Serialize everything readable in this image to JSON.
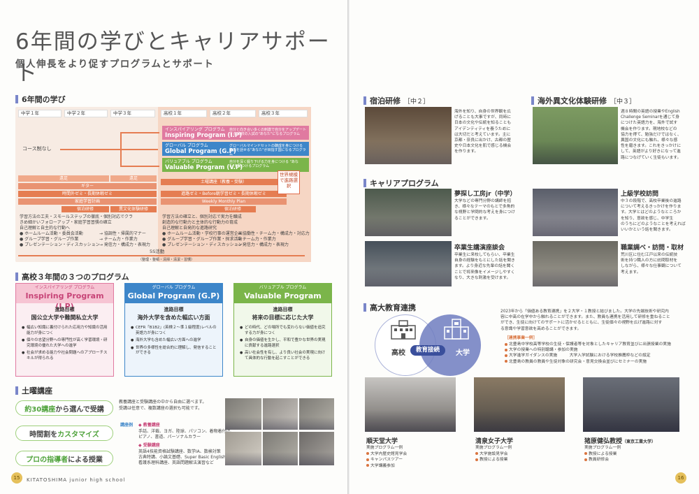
{
  "title": "6年間の学びとキャリアサポート",
  "subtitle": "個人伸長をより促すプログラムとサポート",
  "six_years": {
    "heading": "6年間の学び",
    "grades": [
      "中学１年",
      "中学２年",
      "中学３年",
      "高校１年",
      "高校２年",
      "高校３年"
    ],
    "course_none": "コース制なし",
    "programs": [
      {
        "jp": "インスパイアリング プログラム",
        "en": "Inspiring Program (I.P)",
        "desc": "自分と向き合い多くの刺激で自分をアップデートする 本校の入試の\"あなた\"になるプログラム",
        "color": "#e07aa0"
      },
      {
        "jp": "グローバル プログラム",
        "en": "Global Program (G.P)",
        "desc": "グローバルマインドセットの醸成を身につける 英語を話せる\"あなた\"が目指す国になるプログラム",
        "color": "#3d86c9"
      },
      {
        "jp": "バリュアブル プログラム",
        "en": "Valuable Program (V.P)",
        "desc": "自分を深く掘り下げる力を身につける \"あなた\"を見つけるプログラム",
        "color": "#7bb54a"
      }
    ],
    "rows": {
      "kyogaku1": "遠足",
      "kyogaku2": "遠足",
      "guitar": "ギター",
      "seminar_jh": "時間外ゼミ・長期休暇ゼミ",
      "home_visit": "家庭学習計画",
      "saturday": "土曜講座（教養・受験）",
      "seminar_hs": "進路ゼミ・Before朝学習ゼミ・長期休暇ゼミ",
      "weekly": "Weekly Monthly Plan",
      "lodging": "宿泊研修",
      "overseas": "異文化体験研修",
      "lodging2": "宿泊研修"
    },
    "jh_notes": [
      "学習方法の工夫・スモールステップの徹底・個別対応でクラ",
      "きめ細かいフォローアップ・家庭学習習慣の確立",
      "自己理解と自主的な行動へ",
      "● ホームルーム活動・委員会活動",
      "● グループ学習・グループ作業",
      "● プレゼンテーション・ディスカッション"
    ],
    "jh_notes_r": [
      "→ 協調性・帰属的マナー",
      "→ チーム力・作業力",
      "→ 発信力・構成力・表現力"
    ],
    "hs_notes": [
      "学習方法の確立と、個別対応で実力を醸成",
      "創造的な行動力と主体的な行動力の育成",
      "自己理解と自発的な進路研究",
      "● ホームルーム活動・学校行事の運営企画",
      "● グループ学習・グループ作業・探求活動",
      "● プレゼンテーション・ディスカッション"
    ],
    "hs_notes_r": [
      "→ 協働性・チーム力・構成力・対応力",
      "→ チーム力・作業力",
      "→ 発信力・構成力・表現力"
    ],
    "entrance": "世界規模で進路選択",
    "five_s": "5S活動",
    "five_s_sub": "（整理・整頓・清掃・清潔・習慣）"
  },
  "three_programs": {
    "heading": "高校３年間の３つのプログラム",
    "items": [
      {
        "jp": "インスパイアリング プログラム",
        "en": "Inspiring Program (I.P)",
        "goal_label": "進路目標",
        "goal": "国公立大学や難関私立大学",
        "points": [
          "幅広い知識に裏付けられた応用力や知識の活用能力が身につく",
          "個々の志望分野への専門性が高く学習環境・研究環境の優れた大学への進学",
          "社会が求める能力や社会問題へのアプローチスキルが得られる"
        ],
        "color": "#e07aa0",
        "light": "#f6c4d3"
      },
      {
        "jp": "グローバル プログラム",
        "en": "Global Program (G.P)",
        "goal_label": "進路目標",
        "goal": "海外大学を含めた幅広い方面",
        "points": [
          "CEFR「B1B2」(英検２～準１級程度)レベルの英語力が身につく",
          "海外大学も含めた幅広い方面への進学",
          "世界の多様性を総合的に理解し、発信することができる"
        ],
        "color": "#3d86c9",
        "light": "#bcd8ef"
      },
      {
        "jp": "バリュアブル プログラム",
        "en": "Valuable Program (V.P)",
        "goal_label": "進路目標",
        "goal": "将来の目標に応じた大学",
        "points": [
          "どの時代、どの場所でも変わらない価値を追究する力が身につく",
          "自身の価値を生かし、平和で豊かな世界の実現に貢献する進路選択",
          "高い社会性を有し、より良い社会の実現に向けて具体的な行動を起こすことができる"
        ],
        "color": "#7bb54a",
        "light": "#cfe6b7"
      }
    ]
  },
  "saturday": {
    "heading": "土曜講座",
    "pills": [
      {
        "hl": "約30講座",
        "rest": "から選んで受講"
      },
      {
        "hl": "",
        "rest": "時間割を",
        "hl2": "カスタマイズ"
      },
      {
        "hl": "プロの指導者",
        "rest": "による授業"
      }
    ],
    "desc1": "教養講座と受験講座の中から自由に選べます。",
    "desc2": "受講は任意で、複数講座の選択も可能です。",
    "example_label": "講座例",
    "kyoyo_label": "◆ 教養講座",
    "kyoyo": [
      "手話、洋裁、ヨガ、陸球、パソコン、着物着付け、",
      "ピアノ、書道、パーソナルカラー"
    ],
    "juken_label": "◆ 受験講座",
    "juken": [
      "英語4技能資格試験講座、数学ⅠA、数検対策",
      "古典特講、小論文基礎、Super Basic English",
      "看護系理科講座、英語問題解法演習など"
    ]
  },
  "footer": "KITATOSHIMA junior high school",
  "page_left": "15",
  "page_right": "16",
  "lodging": {
    "heading": "宿泊研修",
    "grade": "［中２］",
    "text": [
      "海外を知り、自身の世界観を広",
      "げることも大事ですが、同時に",
      "日本の文化や伝統を知ることも",
      "アイデンティティを養うために",
      "は大切だと考えています。主に",
      "京都・奈良に出かけ、古都の歴",
      "史や日本文化を肌で感じる機会",
      "を作ります。"
    ]
  },
  "overseas": {
    "heading": "海外異文化体験研修",
    "grade": "［中３］",
    "text": [
      "週８時間の英語の授業やEnglish",
      "Challenge Seminarを通じて身",
      "につけた英語力を、海外で試す",
      "機会を作ります。現地校などの",
      "協力を得て、勉強だけではなく、",
      "異国の文化にも触れ、様々な感",
      "性を磨きます。これをきっかけに",
      "して、英語がより好きになって進",
      "路につなげていく生徒もいます。"
    ]
  },
  "career": {
    "heading": "キャリアプログラム",
    "items": [
      {
        "title": "夢探し工房jr（中学）",
        "text": [
          "大学などの専門分野の講師を招",
          "き、様々なテーマのもとで多角的",
          "な視野と学問的な考えを身につけ",
          "ることができます。"
        ]
      },
      {
        "title": "上級学校訪問",
        "text": [
          "中３の段階で、高校卒業後の進路",
          "について考えるきっかけを作りま",
          "す。大学とはどのようなところか",
          "を知り、意欲を感じ、中学生",
          "のうちにどのようなことを考えれば",
          "いいかという話を聞きます。"
        ]
      },
      {
        "title": "卒業生講演座談会",
        "text": [
          "卒業生に来校してもらい、卒業生",
          "自身の経験をもとにした話を聞き",
          "ます。より身近な先輩の話を聞く",
          "ことで将来像をイメージしやすく",
          "なり、大きな刺激を受けます。"
        ]
      },
      {
        "title": "職業調べ・訪問・取材",
        "text": [
          "荒川区に住む江戸以来の伝統技",
          "術を持つ職人の方に訪問取材を",
          "しながら、様々な仕事観について",
          "考えます。"
        ]
      }
    ]
  },
  "hs_univ": {
    "heading": "高大教育連携",
    "venn_left": "高校",
    "venn_mid": "教育接続",
    "venn_right": "大学",
    "text": [
      "2023年から「価値ある教育連携」を２大学・１教授と結びました。大学の先端技術や研究内",
      "容に中高の在学中から触れることができます。また、教員も連携を活用して研修を重ねること",
      "ができ、生徒に向けてのサポートに活かせるとともに、生徒個々の視野を広げ進路に対す",
      "る意識や学習意欲を高めることができます。"
    ],
    "example_label": "［連携事業一例］",
    "examples": [
      "北豊島中学校高等学校の生徒・保護者等を対象としたキャリア教育並びに出張授業の実施",
      "大学の授業への特別聴講・参加の実施",
      "大学進学ガイダンスの実施　　　大学入学試験における学校推薦枠などの設定",
      "北豊島の教員の教員や生徒対象の研究会・意見交換会並びにセミナーの実施"
    ],
    "partners": [
      {
        "name": "順天堂大学",
        "sub": "",
        "label": "実施プログラム一例",
        "items": [
          "大学内歴史館見学会",
          "キャンパスツアー",
          "大学講義参加"
        ]
      },
      {
        "name": "清泉女子大学",
        "sub": "",
        "label": "実施プログラム一例",
        "items": [
          "大学施設見学会",
          "教授による授業"
        ]
      },
      {
        "name": "猪原健弘教授",
        "sub": "（東京工業大学）",
        "label": "実施プログラム一例",
        "items": [
          "教授による授業",
          "教員研修会"
        ]
      }
    ]
  }
}
